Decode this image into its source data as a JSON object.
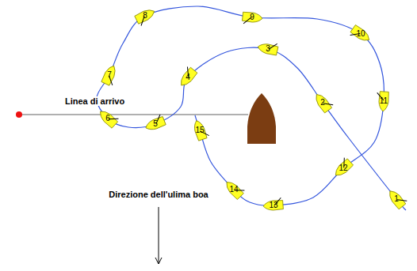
{
  "diagram": {
    "nodes": [
      {
        "text": [
          "1"
        ]
      },
      {
        "text": [
          "2"
        ]
      },
      {
        "text": [
          "3"
        ]
      },
      {
        "text": [
          "4"
        ]
      },
      {
        "text": [
          "5"
        ]
      },
      {
        "text": [
          "6"
        ]
      },
      {
        "text": [
          "7"
        ]
      },
      {
        "text": [
          "8"
        ]
      },
      {
        "text": [
          "9"
        ]
      },
      {
        "text": [
          "10"
        ]
      },
      {
        "text": [
          "11"
        ]
      },
      {
        "text": [
          "12"
        ]
      },
      {
        "text": [
          "13"
        ]
      },
      {
        "text": [
          "14"
        ]
      },
      {
        "text": [
          "15"
        ]
      }
    ],
    "labels": [
      "Linea di arrivo",
      "Direzione dell'ulima boa"
    ]
  }
}
